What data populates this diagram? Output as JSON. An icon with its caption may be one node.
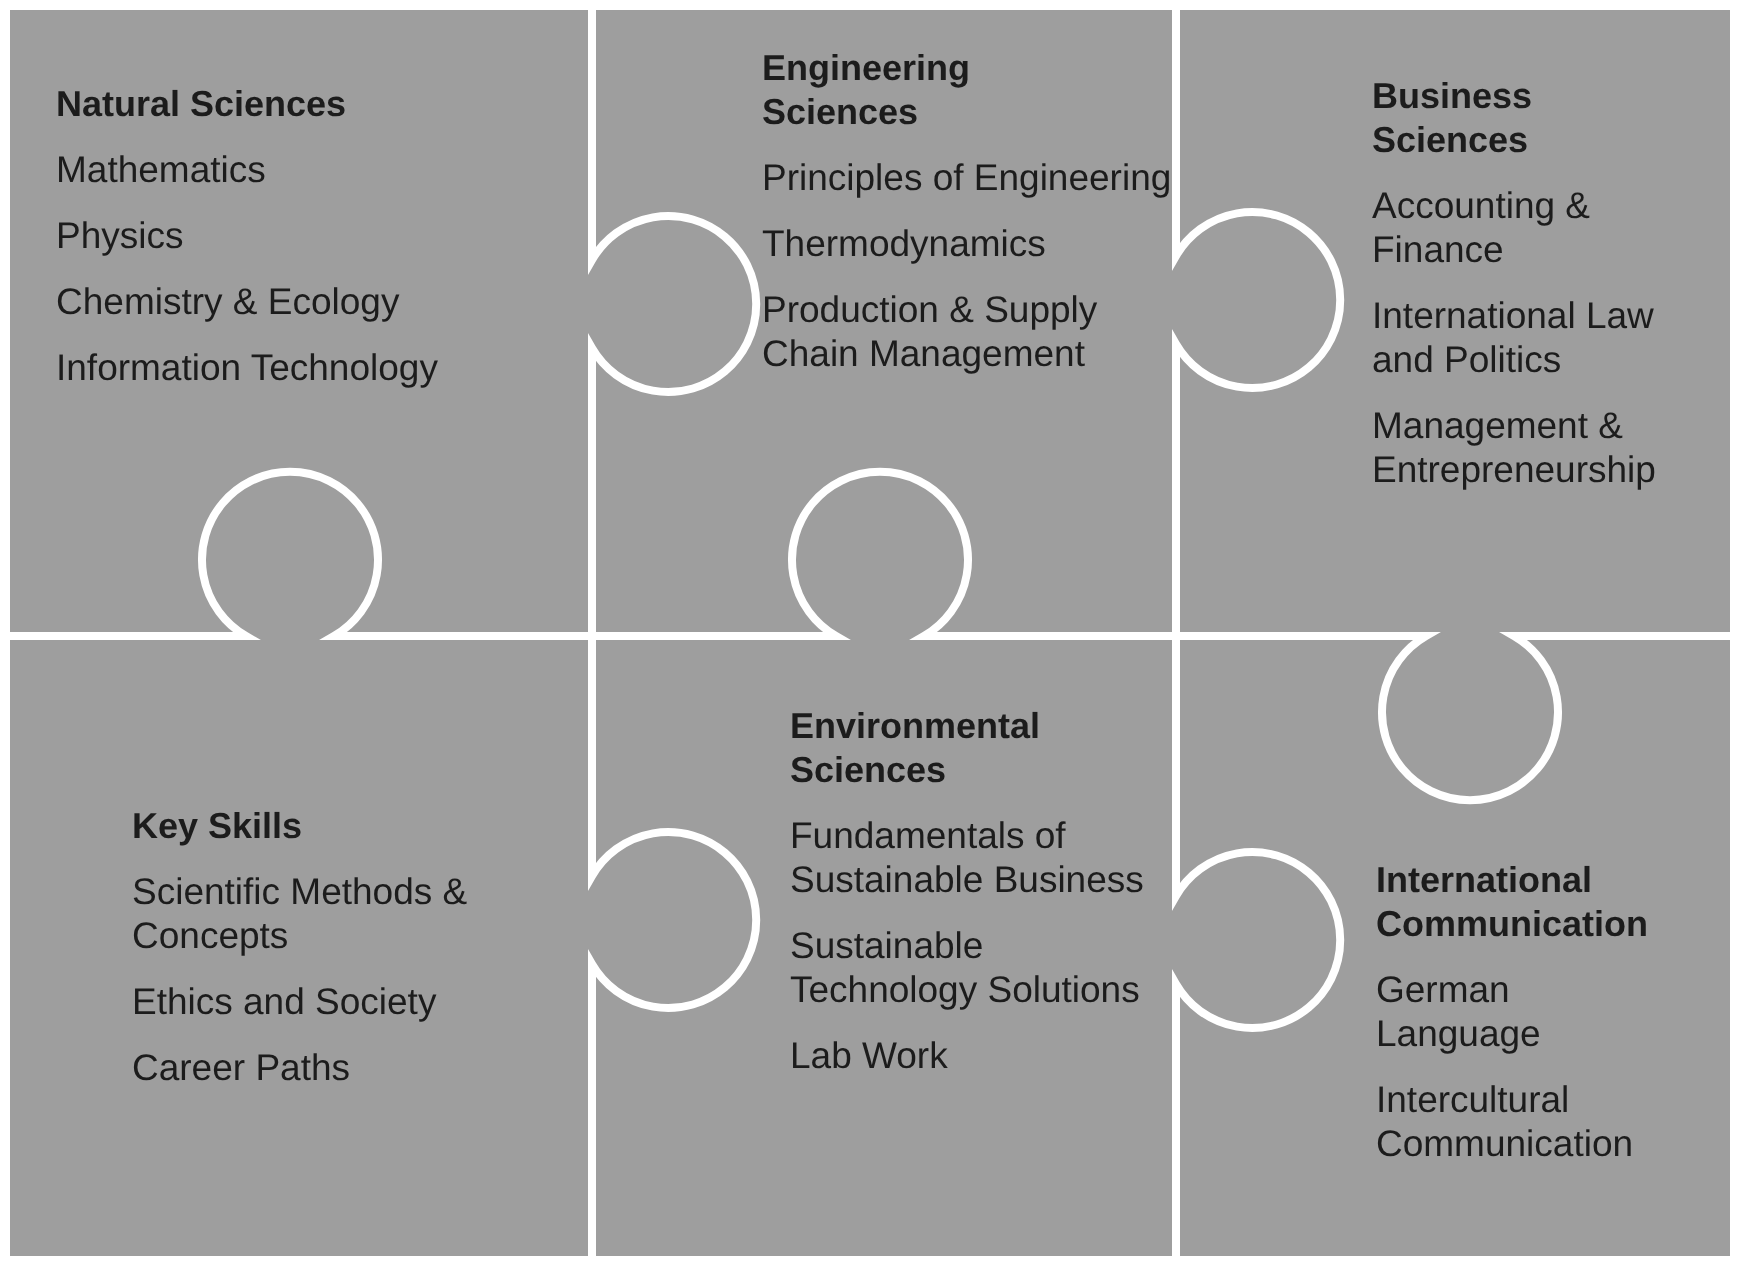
{
  "diagram": {
    "nodes": [
      {
        "text": [
          "Natural Sciences",
          "Mathematics",
          "Physics",
          "Chemistry & Ecology",
          "Information Technology"
        ]
      },
      {
        "text": [
          "Engineering Sciences",
          "Principles of Engineering",
          "Thermodynamics",
          "Production & Supply Chain Management"
        ]
      },
      {
        "text": [
          "Business Sciences",
          "Accounting & Finance",
          "International Law and Politics",
          "Management & Entrepreneurship"
        ]
      },
      {
        "text": [
          "Key Skills",
          "Scientific Methods & Concepts",
          "Ethics and Society",
          "Career Paths"
        ]
      },
      {
        "text": [
          "Environmental Sciences",
          "Fundamentals of Sustainable Business",
          "Sustainable Technology Solutions",
          "Lab Work"
        ]
      },
      {
        "text": [
          "International Communication",
          "German Language",
          "Intercultural Communication"
        ]
      }
    ]
  }
}
